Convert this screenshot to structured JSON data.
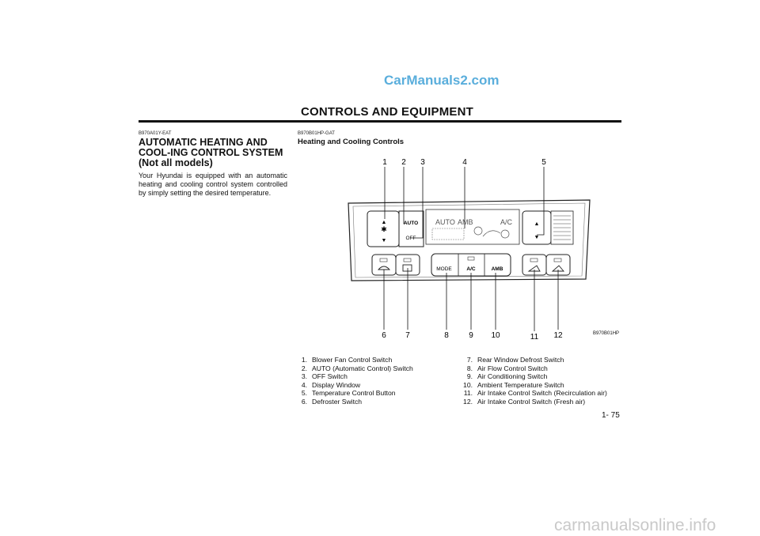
{
  "brand_watermark": "CarManuals2.com",
  "section_title": "CONTROLS AND EQUIPMENT",
  "left": {
    "code": "B970A01Y-EAT",
    "heading": "AUTOMATIC HEATING AND COOL-ING CONTROL SYSTEM (Not all models)",
    "body": "Your Hyundai is equipped with an automatic heating and cooling control system controlled by simply setting the desired temperature."
  },
  "right": {
    "code": "B970B01HP-GAT",
    "heading": "Heating and Cooling Controls",
    "figure_code": "B970B01HP"
  },
  "figure": {
    "callouts": [
      "1",
      "2",
      "3",
      "4",
      "5",
      "6",
      "7",
      "8",
      "9",
      "10",
      "11",
      "12"
    ],
    "buttons": {
      "auto": "AUTO",
      "off": "OFF",
      "mode": "MODE",
      "ac": "A/C",
      "amb": "AMB"
    },
    "display": {
      "auto": "AUTO",
      "amb": "AMB",
      "ac": "A/C"
    }
  },
  "legend_left": [
    {
      "num": "1.",
      "text": "Blower Fan Control Switch"
    },
    {
      "num": "2.",
      "text": "AUTO (Automatic Control) Switch"
    },
    {
      "num": "3.",
      "text": "OFF Switch"
    },
    {
      "num": "4.",
      "text": "Display Window"
    },
    {
      "num": "5.",
      "text": "Temperature Control Button"
    },
    {
      "num": "6.",
      "text": "Defroster Switch"
    }
  ],
  "legend_right": [
    {
      "num": "7.",
      "text": "Rear Window Defrost Switch"
    },
    {
      "num": "8.",
      "text": "Air Flow Control Switch"
    },
    {
      "num": "9.",
      "text": "Air Conditioning Switch"
    },
    {
      "num": "10.",
      "text": "Ambient Temperature Switch"
    },
    {
      "num": "11.",
      "text": "Air Intake Control Switch (Recirculation air)"
    },
    {
      "num": "12.",
      "text": "Air Intake Control Switch (Fresh air)"
    }
  ],
  "page_number": "1- 75",
  "footer_watermark": "carmanualsonline.info"
}
